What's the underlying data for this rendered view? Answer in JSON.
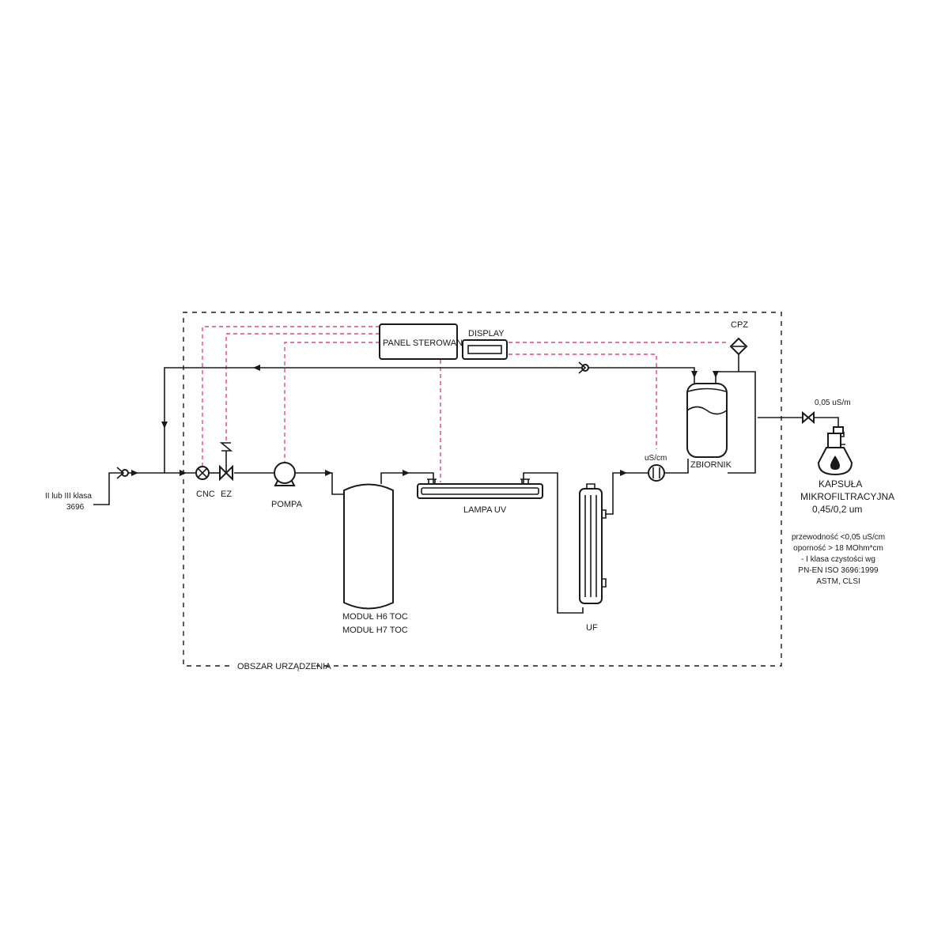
{
  "labels": {
    "inlet_line1": "II lub III klasa",
    "inlet_line2": "3696",
    "cnc": "CNC",
    "ez": "EZ",
    "pump": "POMPA",
    "module_line1": "MODUŁ H6 TOC",
    "module_line2": "MODUŁ H7 TOC",
    "uv_lamp": "LAMPA UV",
    "uf": "UF",
    "conductivity_unit": "uS/cm",
    "tank": "ZBIORNIK",
    "cpz": "CPZ",
    "control_panel": "PANEL STEROWANIA",
    "display": "DISPLAY",
    "outlet_conductivity": "0,05 uS/m",
    "capsule_line1": "KAPSUŁA",
    "capsule_line2": "MIKROFILTRACYJNA",
    "capsule_line3": "0,45/0,2 um",
    "area": "OBSZAR URZĄDZENIA"
  },
  "specs": [
    "przewodność <0,05 uS/cm",
    "oporność > 18 MOhm*cm",
    "- I klasa czystości wg",
    "PN-EN ISO 3696:1999",
    "ASTM, CLSI"
  ],
  "colors": {
    "line": "#1a1a1a",
    "signal": "#e0418f"
  }
}
